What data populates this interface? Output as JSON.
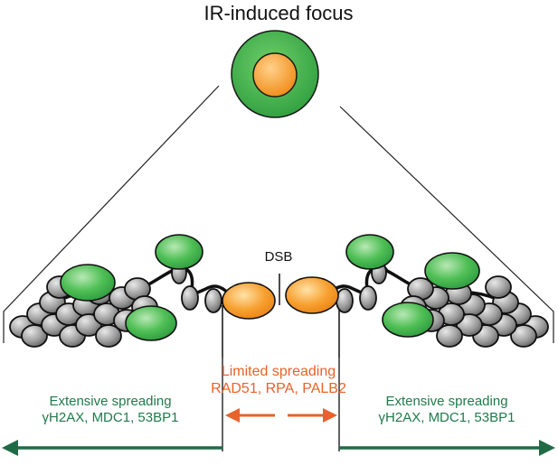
{
  "diagram": {
    "title": "IR-induced focus",
    "dsb_label": "DSB",
    "limited": {
      "title": "Limited spreading",
      "proteins": "RAD51, RPA, PALB2"
    },
    "extensive_left": {
      "title": "Extensive spreading",
      "proteins": "γH2AX, MDC1, 53BP1"
    },
    "extensive_right": {
      "title": "Extensive spreading",
      "proteins": "γH2AX, MDC1, 53BP1"
    }
  },
  "colors": {
    "focus_outer": "#3cae49",
    "focus_inner": "#f7931e",
    "green_text": "#1f7a4a",
    "orange_text": "#e8622a",
    "nucleosome": "#8c8c8c",
    "line": "#222222"
  }
}
